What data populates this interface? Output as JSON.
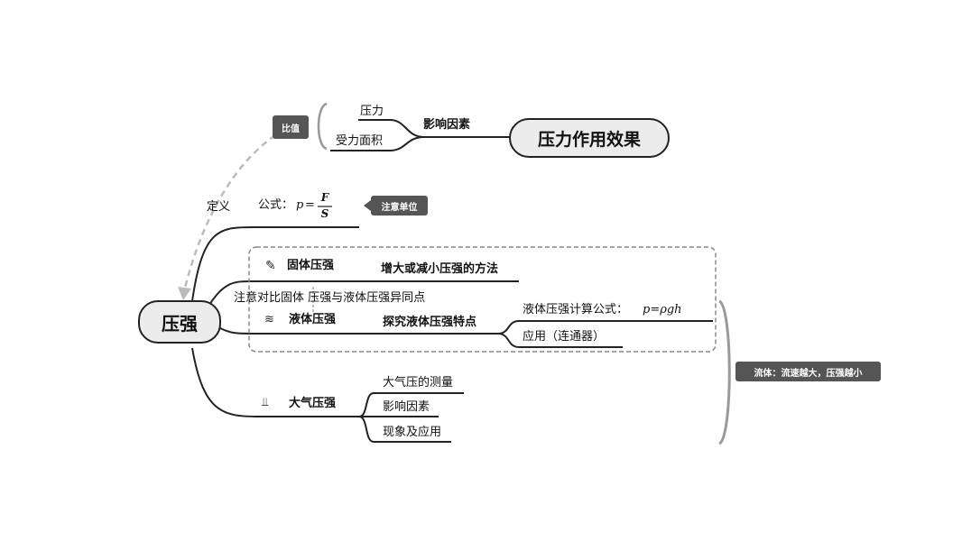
{
  "central": "压强",
  "definition": {
    "label": "定义",
    "ratio_tag": "比值",
    "inputs": [
      "压力",
      "受力面积"
    ],
    "factors_label": "影响因素",
    "effect_node": "压力作用效果"
  },
  "formula": {
    "prefix": "公式：",
    "lhs": "p",
    "eq": "=",
    "numerator": "F",
    "denominator": "S",
    "note_tag": "注意单位"
  },
  "solid": {
    "label": "固体压强",
    "icon": "pencil-icon",
    "child": "增大或减小压强的方法"
  },
  "compare_note": "注意对比固体 压强与液体压强异同点",
  "liquid": {
    "label": "液体压强",
    "icon": "waves-icon",
    "child": "探究液体压强特点",
    "formula_label": "液体压强计算公式：",
    "formula_expr": "p=ρgh",
    "application": "应用（连通器）"
  },
  "atmosphere": {
    "label": "大气压强",
    "icon": "bar-chart-icon",
    "children": [
      "大气压的测量",
      "影响因素",
      "现象及应用"
    ]
  },
  "fluid_tag": "流体：流速越大，压强越小"
}
